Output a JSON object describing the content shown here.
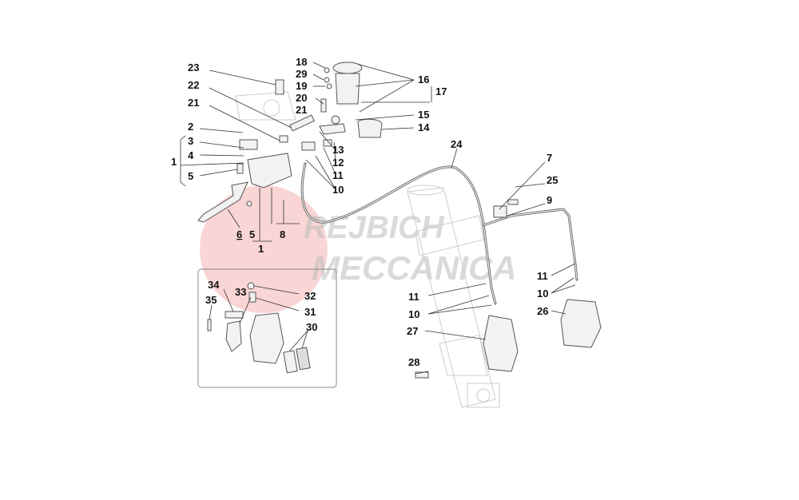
{
  "diagram": {
    "watermark": {
      "line1": "REJBICH",
      "line2": "MECCANICA",
      "logo_color": "#f4a0a0"
    },
    "labels": [
      "23",
      "22",
      "21",
      "2",
      "3",
      "4",
      "1",
      "5",
      "6",
      "5",
      "8",
      "1",
      "18",
      "29",
      "19",
      "20",
      "21",
      "16",
      "17",
      "15",
      "14",
      "13",
      "12",
      "11",
      "10",
      "24",
      "7",
      "25",
      "9",
      "11",
      "10",
      "26",
      "11",
      "10",
      "27",
      "28",
      "34",
      "35",
      "33",
      "32",
      "31",
      "30"
    ]
  }
}
